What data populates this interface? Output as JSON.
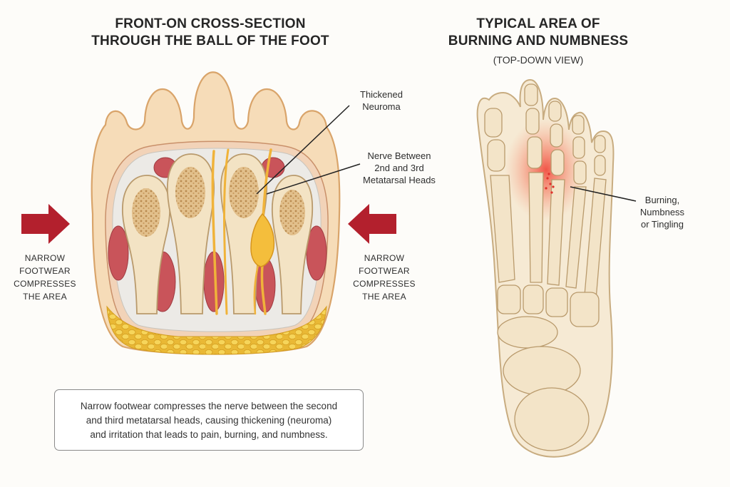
{
  "left_panel": {
    "title_lines": [
      "FRONT-ON CROSS-SECTION",
      "THROUGH THE BALL OF THE FOOT"
    ],
    "labels": {
      "neuroma": [
        "Thickened",
        "Neuroma"
      ],
      "nerve": [
        "Nerve Between",
        "2nd and 3rd",
        "Metatarsal Heads"
      ]
    },
    "side_left": [
      "NARROW",
      "FOOTWEAR",
      "COMPRESSES",
      "THE AREA"
    ],
    "side_right": [
      "NARROW",
      "FOOTWEAR",
      "COMPRESSES",
      "THE AREA"
    ],
    "caption_lines": [
      "Narrow footwear compresses the nerve between the second",
      "and third metatarsal heads, causing thickening (neuroma)",
      "and irritation that leads to pain, burning, and numbness."
    ]
  },
  "right_panel": {
    "title_lines": [
      "TYPICAL AREA OF",
      "BURNING AND NUMBNESS"
    ],
    "subtitle": "(TOP-DOWN VIEW)",
    "symptom_label": [
      "Burning,",
      "Numbness",
      "or Tingling"
    ]
  },
  "colors": {
    "skin": "#f6dcb8",
    "skin_outline": "#d9a46a",
    "bone": "#f3e3c4",
    "bone_outline": "#b99a6c",
    "marrow": "#d9b27a",
    "muscle": "#c9545a",
    "fat": "#f2cf4e",
    "nerve": "#f0b33a",
    "arrow": "#b3202d",
    "heat": "#f05040"
  }
}
